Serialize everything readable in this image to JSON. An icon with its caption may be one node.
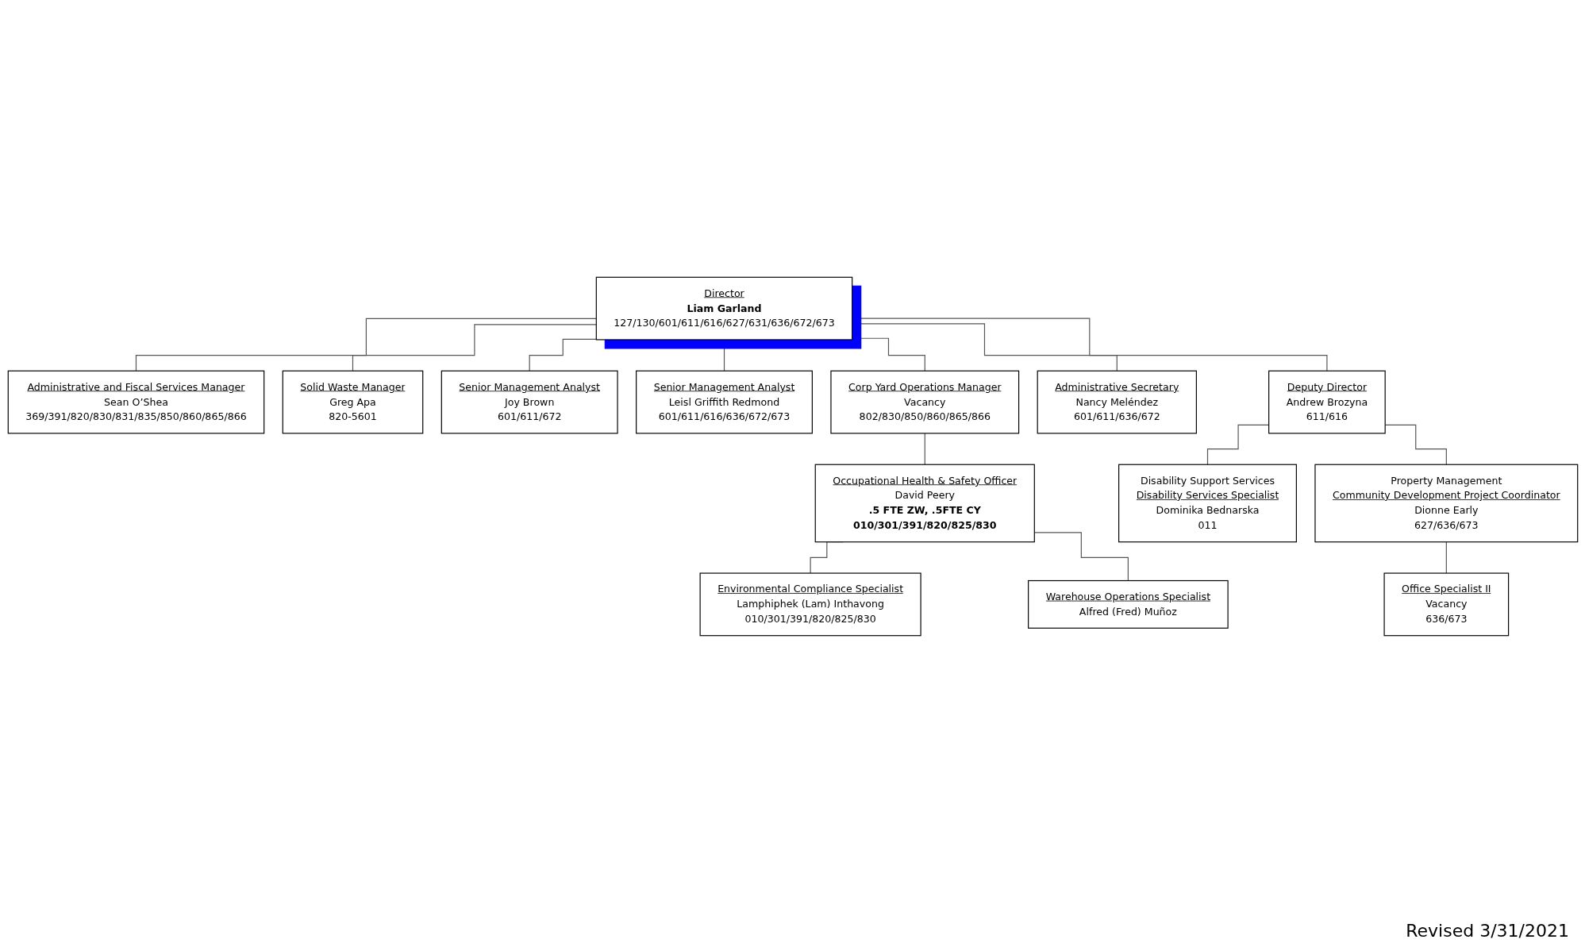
{
  "diagram": {
    "nodes": [
      {
        "text": [
          "Director",
          "Liam Garland",
          "127/130/601/611/616/627/631/636/672/673"
        ]
      },
      {
        "text": [
          "Administrative Secretary",
          "Nancy Meléndez",
          "601/611/636/672"
        ]
      },
      {
        "text": [
          "Administrative and Fiscal Services Manager",
          "Sean O’Shea",
          "369/391/820/830/831/835/850/860/865/866"
        ]
      },
      {
        "text": [
          "Solid Waste Manager",
          "Greg Apa",
          "820-5601"
        ]
      },
      {
        "text": [
          "Corp Yard Operations Manager",
          "Vacancy",
          "802/830/850/860/865/866"
        ]
      },
      {
        "text": [
          "Deputy Director",
          "Andrew Brozyna",
          "611/616"
        ]
      },
      {
        "text": [
          "Senior Management Analyst",
          "Joy Brown",
          "601/611/672"
        ]
      },
      {
        "text": [
          "Occupational Health & Safety Officer",
          "David Peery",
          ".5 FTE ZW, .5FTE CY",
          "010/301/391/820/825/830"
        ]
      },
      {
        "text": [
          "Disability Support Services",
          "Disability Services Specialist",
          "Dominika Bednarska",
          "011"
        ]
      },
      {
        "text": [
          "Senior Management Analyst",
          "Leisl Griffith Redmond",
          "601/611/616/636/672/673"
        ]
      },
      {
        "text": [
          "Environmental Compliance Specialist",
          "Lamphiphek (Lam) Inthavong",
          "010/301/391/820/825/830"
        ]
      },
      {
        "text": [
          "Property Management",
          "Community Development Project Coordinator",
          "Dionne Early",
          "627/636/673"
        ]
      },
      {
        "text": [
          "Warehouse Operations Specialist",
          "Alfred (Fred) Muñoz"
        ]
      },
      {
        "text": [
          "Office Specialist II",
          "Vacancy",
          "636/673"
        ]
      }
    ],
    "edges": [
      {
        "from": 0,
        "to": 1,
        "arrow": "none"
      },
      {
        "from": 0,
        "to": 2,
        "arrow": "none"
      },
      {
        "from": 0,
        "to": 3,
        "arrow": "none"
      },
      {
        "from": 0,
        "to": 4,
        "arrow": "none"
      },
      {
        "from": 0,
        "to": 5,
        "arrow": "none"
      },
      {
        "from": 0,
        "to": 6,
        "arrow": "none"
      },
      {
        "from": 0,
        "to": 9,
        "arrow": "none"
      },
      {
        "from": 4,
        "to": 7,
        "arrow": "none"
      },
      {
        "from": 7,
        "to": 10,
        "arrow": "none"
      },
      {
        "from": 7,
        "to": 12,
        "arrow": "none"
      },
      {
        "from": 5,
        "to": 8,
        "arrow": "none"
      },
      {
        "from": 5,
        "to": 11,
        "arrow": "none"
      },
      {
        "from": 11,
        "to": 13,
        "arrow": "none"
      }
    ],
    "labels": [
      "Revised 3/31/2021"
    ]
  }
}
